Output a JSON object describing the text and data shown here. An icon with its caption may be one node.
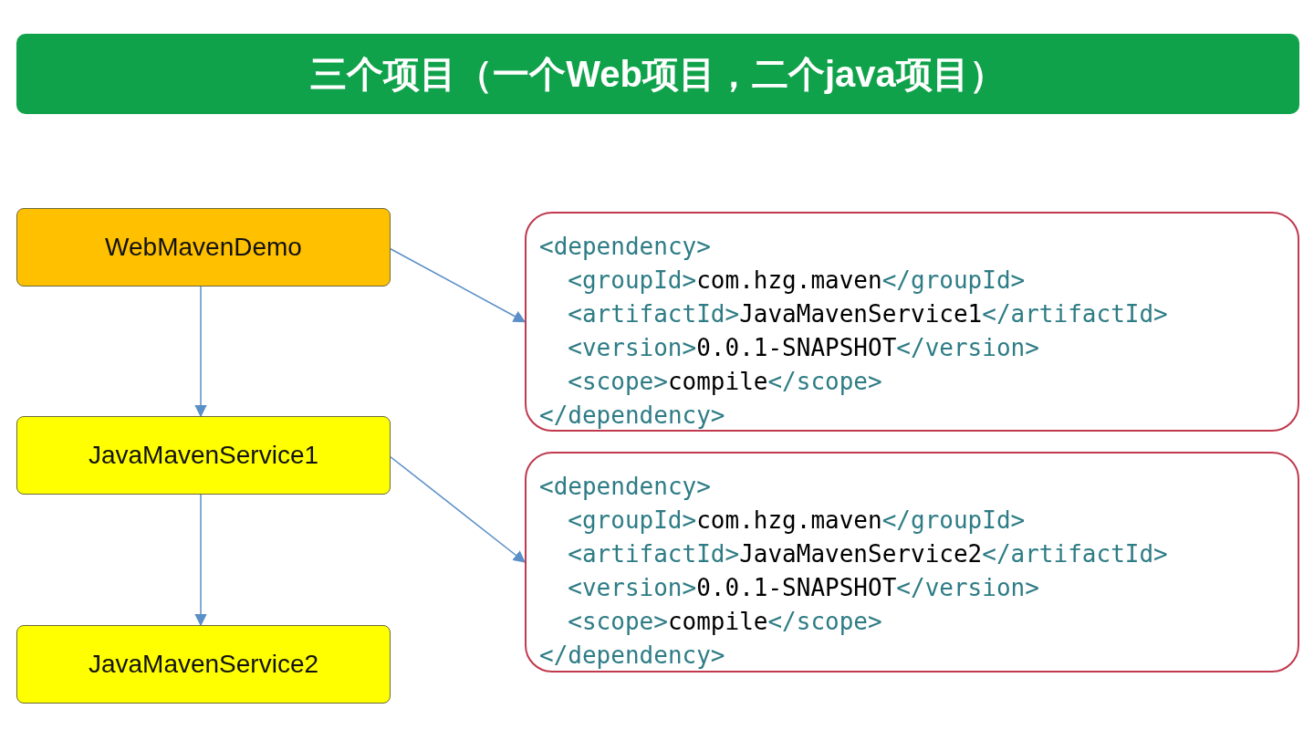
{
  "diagram": {
    "title": "三个项目（一个Web项目，二个java项目）",
    "nodes": [
      {
        "text": [
          "WebMavenDemo"
        ]
      },
      {
        "text": [
          "JavaMavenService1"
        ]
      },
      {
        "text": [
          "JavaMavenService2"
        ]
      },
      {
        "text": [
          "<dependency>",
          "<groupId>com.hzg.maven</groupId>",
          "<artifactId>JavaMavenService1</artifactId>",
          "<version>0.0.1-SNAPSHOT</version>",
          "<scope>compile</scope>",
          "</dependency>"
        ]
      },
      {
        "text": [
          "<dependency>",
          "<groupId>com.hzg.maven</groupId>",
          "<artifactId>JavaMavenService2</artifactId>",
          "<version>0.0.1-SNAPSHOT</version>",
          "<scope>compile</scope>",
          "</dependency>"
        ]
      }
    ],
    "edges": [
      {
        "from": 0,
        "to": 1,
        "arrow": "to"
      },
      {
        "from": 1,
        "to": 2,
        "arrow": "to"
      },
      {
        "from": 0,
        "to": 3,
        "arrow": "to"
      },
      {
        "from": 1,
        "to": 4,
        "arrow": "to"
      }
    ]
  }
}
